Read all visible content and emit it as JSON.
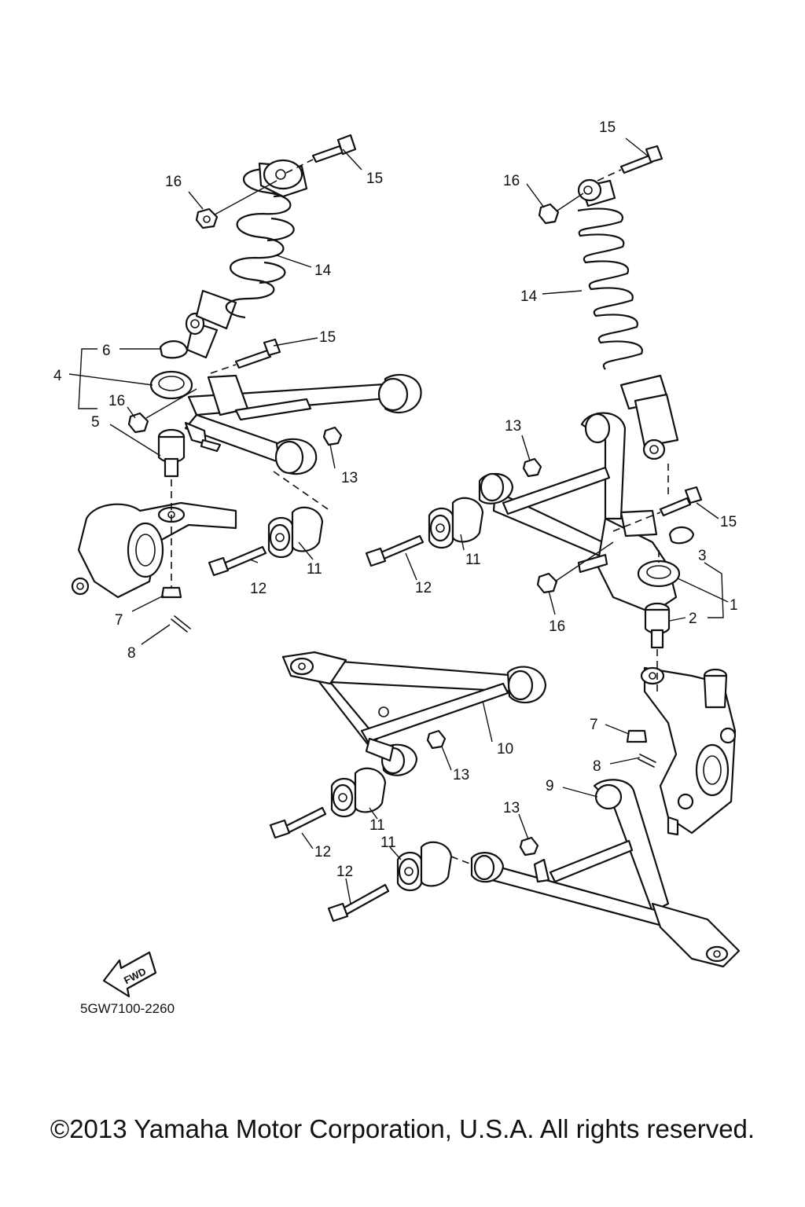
{
  "diagram": {
    "code": "5GW7100-2260",
    "copyright": "©2013 Yamaha Motor Corporation, U.S.A. All rights reserved.",
    "fwd_label": "FWD"
  },
  "callouts": [
    {
      "id": "c1",
      "text": "1"
    },
    {
      "id": "c2",
      "text": "2"
    },
    {
      "id": "c3",
      "text": "3"
    },
    {
      "id": "c4",
      "text": "4"
    },
    {
      "id": "c5",
      "text": "5"
    },
    {
      "id": "c6",
      "text": "6"
    },
    {
      "id": "c7a",
      "text": "7"
    },
    {
      "id": "c7b",
      "text": "7"
    },
    {
      "id": "c8a",
      "text": "8"
    },
    {
      "id": "c8b",
      "text": "8"
    },
    {
      "id": "c9",
      "text": "9"
    },
    {
      "id": "c10",
      "text": "10"
    },
    {
      "id": "c11a",
      "text": "11"
    },
    {
      "id": "c11b",
      "text": "11"
    },
    {
      "id": "c11c",
      "text": "11"
    },
    {
      "id": "c11d",
      "text": "11"
    },
    {
      "id": "c12a",
      "text": "12"
    },
    {
      "id": "c12b",
      "text": "12"
    },
    {
      "id": "c12c",
      "text": "12"
    },
    {
      "id": "c12d",
      "text": "12"
    },
    {
      "id": "c13a",
      "text": "13"
    },
    {
      "id": "c13b",
      "text": "13"
    },
    {
      "id": "c13c",
      "text": "13"
    },
    {
      "id": "c13d",
      "text": "13"
    },
    {
      "id": "c14a",
      "text": "14"
    },
    {
      "id": "c14b",
      "text": "14"
    },
    {
      "id": "c15a",
      "text": "15"
    },
    {
      "id": "c15b",
      "text": "15"
    },
    {
      "id": "c15c",
      "text": "15"
    },
    {
      "id": "c15d",
      "text": "15"
    },
    {
      "id": "c16a",
      "text": "16"
    },
    {
      "id": "c16b",
      "text": "16"
    },
    {
      "id": "c16c",
      "text": "16"
    },
    {
      "id": "c16d",
      "text": "16"
    }
  ]
}
